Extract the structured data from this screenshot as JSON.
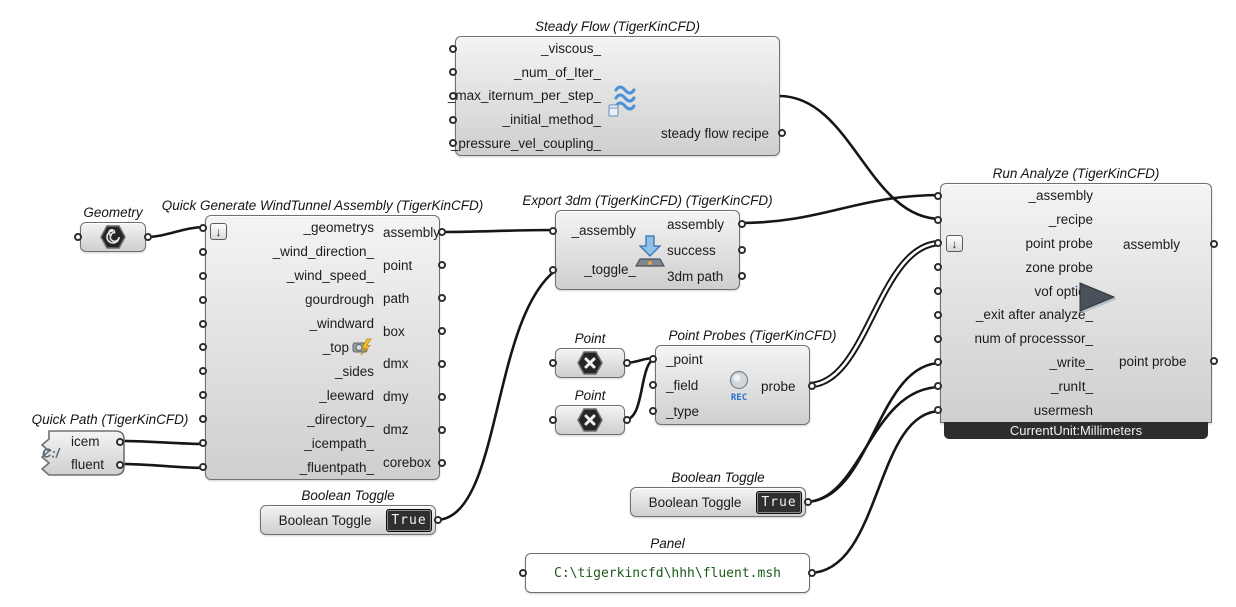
{
  "canvas": {
    "background": "#ffffff"
  },
  "colors": {
    "wire": "#161616",
    "component_border": "#707070",
    "accent_blue": "#4a90d9",
    "panel_text_green": "#1c5a1c",
    "unit_bar_bg": "#2d2d2d"
  },
  "icons": {
    "collapse_arrow_glyph": "↓",
    "rec_label": "REC",
    "quick_path_drive_label": "C:/"
  },
  "components": {
    "steady_flow": {
      "title": "Steady Flow (TigerKinCFD)",
      "inputs": [
        "_viscous_",
        "_num_of_Iter_",
        "_max_iternum_per_step_",
        "_initial_method_",
        "_pressure_vel_coupling_"
      ],
      "output": "steady flow recipe",
      "icon": "waves-recipe-icon"
    },
    "geometry": {
      "title": "Geometry",
      "icon": "hexagon-spiral-icon"
    },
    "windtunnel": {
      "title": "Quick Generate WindTunnel Assembly (TigerKinCFD)",
      "inputs": [
        "_geometrys",
        "_wind_direction_",
        "_wind_speed_",
        "gourdrough",
        "_windward",
        "_top",
        "_sides",
        "_leeward",
        "_directory_",
        "_icempath_",
        "_fluentpath_"
      ],
      "outputs": [
        "assembly",
        "point",
        "path",
        "box",
        "dmx",
        "dmy",
        "dmz",
        "corebox"
      ],
      "row_icon": "camera-flash-icon"
    },
    "quick_path": {
      "title": "Quick Path (TigerKinCFD)",
      "outputs": [
        "icem",
        "fluent"
      ],
      "icon": "drive-path-icon"
    },
    "export_3dm": {
      "title": "Export 3dm (TigerKinCFD) (TigerKinCFD)",
      "inputs": [
        "_assembly",
        "_toggle_"
      ],
      "outputs": [
        "assembly",
        "success",
        "3dm path"
      ],
      "icon": "export-tray-icon"
    },
    "point_1": {
      "title": "Point",
      "icon": "hexagon-x-icon"
    },
    "point_2": {
      "title": "Point",
      "icon": "hexagon-x-icon"
    },
    "point_probes": {
      "title": "Point Probes (TigerKinCFD)",
      "inputs": [
        "_point",
        "_field",
        "_type"
      ],
      "output": "probe",
      "icon": "rec-lens-icon"
    },
    "run_analyze": {
      "title": "Run Analyze (TigerKinCFD)",
      "inputs": [
        "_assembly",
        "_recipe",
        "point probe",
        "zone probe",
        "vof option",
        "_exit after analyze_",
        "num of processsor_",
        "_write_",
        "_runIt_",
        "usermesh"
      ],
      "outputs": [
        "assembly",
        "point probe"
      ],
      "status_bar": "CurrentUnit:Millimeters",
      "icon": "play-icon"
    },
    "toggle_1": {
      "title": "Boolean Toggle",
      "label": "Boolean Toggle",
      "value": "True"
    },
    "toggle_2": {
      "title": "Boolean Toggle",
      "label": "Boolean Toggle",
      "value": "True"
    },
    "panel": {
      "title": "Panel",
      "value": "C:\\tigerkincfd\\hhh\\fluent.msh"
    }
  }
}
